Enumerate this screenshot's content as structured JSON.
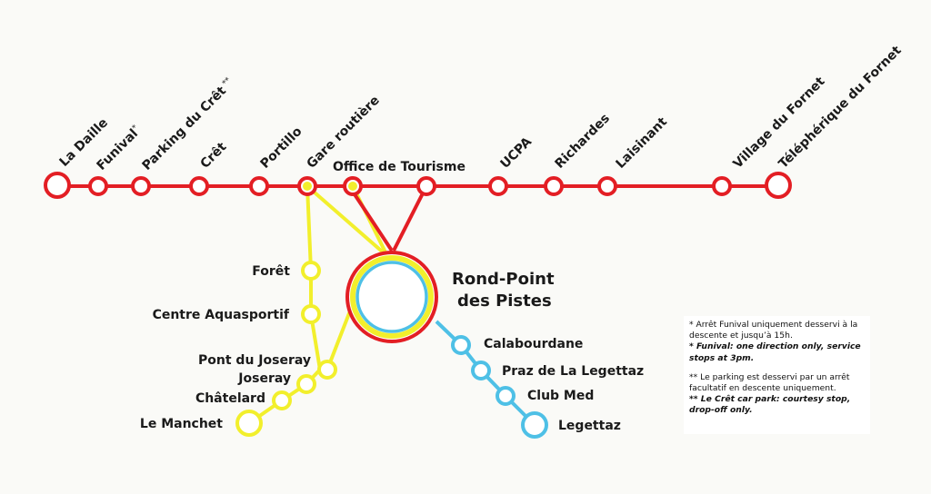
{
  "colors": {
    "red": "#e31e24",
    "yellow": "#f2ef2c",
    "blue": "#4ec0e6",
    "background": "#fafaf7"
  },
  "hub": {
    "line1": "Rond-Point",
    "line2": "des Pistes"
  },
  "red_line": {
    "stops": [
      "La Daille",
      "Funival",
      "Parking du Crêt",
      "Crêt",
      "Portillo",
      "Gare routière",
      "Office de Tourisme",
      "UCPA",
      "Richardes",
      "Laisinant",
      "Village du Fornet",
      "Téléphérique du Fornet"
    ],
    "suffixes": {
      "funival": "*",
      "parking_cret": "**"
    }
  },
  "yellow_line": {
    "stops": [
      "Forêt",
      "Centre Aquasportif",
      "Pont du Joseray",
      "Joseray",
      "Châtelard",
      "Le Manchet"
    ]
  },
  "blue_line": {
    "stops": [
      "Calabourdane",
      "Praz de La Legettaz",
      "Club Med",
      "Legettaz"
    ]
  },
  "notes": {
    "n1_fr": "* Arrêt Funival uniquement desservi à la descente et jusqu’à 15h.",
    "n1_en": "* Funival: one direction only, service stops at 3pm.",
    "n2_fr": "** Le parking est desservi par un arrêt facultatif en descente uniquement.",
    "n2_en": "** Le Crêt car park: courtesy stop, drop-off only."
  }
}
